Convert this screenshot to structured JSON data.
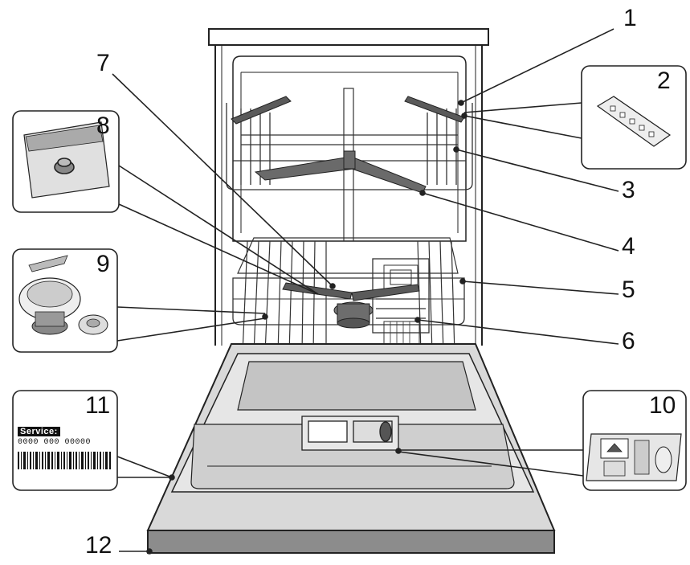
{
  "callouts": [
    {
      "id": "1",
      "text": "1"
    },
    {
      "id": "2",
      "text": "2"
    },
    {
      "id": "3",
      "text": "3"
    },
    {
      "id": "4",
      "text": "4"
    },
    {
      "id": "5",
      "text": "5"
    },
    {
      "id": "6",
      "text": "6"
    },
    {
      "id": "7",
      "text": "7"
    },
    {
      "id": "8",
      "text": "8"
    },
    {
      "id": "9",
      "text": "9"
    },
    {
      "id": "10",
      "text": "10"
    },
    {
      "id": "11",
      "text": "11"
    },
    {
      "id": "12",
      "text": "12"
    }
  ],
  "service_label": {
    "heading": "Service:",
    "code": "0000 000 00000"
  },
  "colors": {
    "line": "#222222",
    "panel_fill": "#c9c9c9",
    "door_fill": "#d6d6d6",
    "dark_part": "#5a5a5a",
    "toe_kick": "#8c8c8c"
  }
}
